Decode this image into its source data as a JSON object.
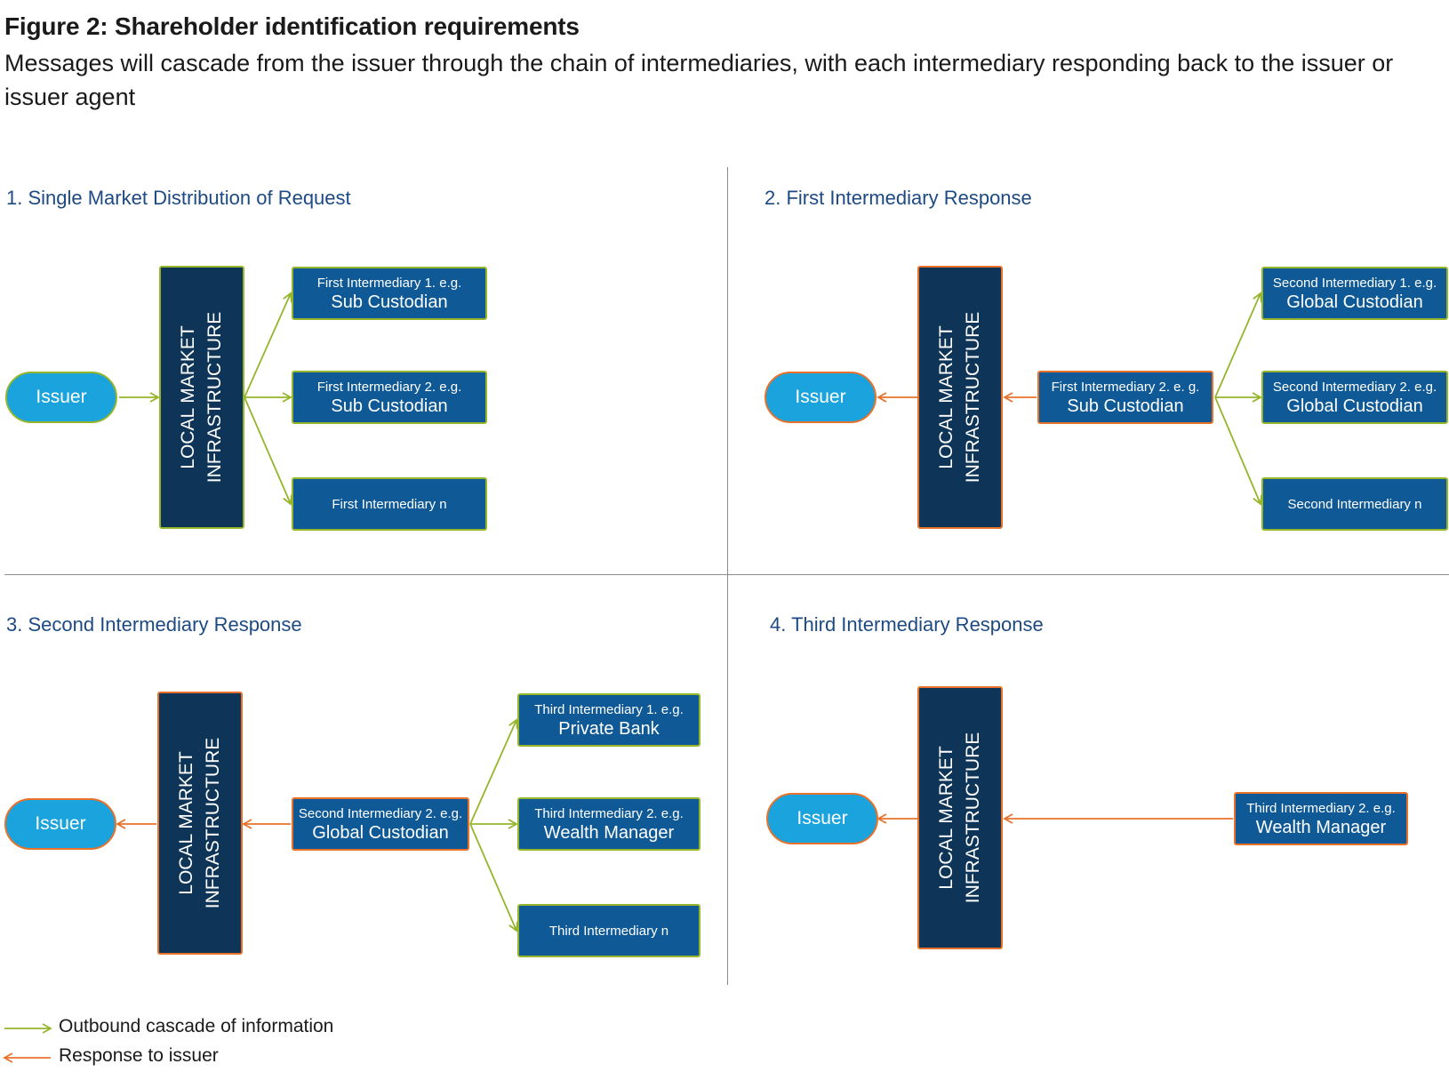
{
  "figure": {
    "title": "Figure 2: Shareholder identification requirements",
    "subtitle": "Messages will cascade from the issuer through the chain of intermediaries, with each intermediary responding back to the issuer or issuer agent"
  },
  "colors": {
    "outbound": "#95b52a",
    "response": "#e8722a",
    "issuer_fill": "#1aa3dc",
    "infra_fill": "#0e3558",
    "node_fill": "#0f5a96",
    "heading": "#1d4a82"
  },
  "panels": [
    {
      "title": "1. Single Market Distribution of Request",
      "issuer": "Issuer",
      "infra": [
        "LOCAL MARKET",
        "INFRASTRUCTURE"
      ],
      "nodes": [
        {
          "line1": "First Intermediary 1. e.g.",
          "line2": "Sub Custodian"
        },
        {
          "line1": "First Intermediary 2. e.g.",
          "line2": "Sub Custodian"
        },
        {
          "line1": "First Intermediary n"
        }
      ]
    },
    {
      "title": "2. First Intermediary Response",
      "issuer": "Issuer",
      "infra": [
        "LOCAL MARKET",
        "INFRASTRUCTURE"
      ],
      "responder": {
        "line1": "First Intermediary 2. e. g.",
        "line2": "Sub Custodian"
      },
      "nodes": [
        {
          "line1": "Second Intermediary 1. e.g.",
          "line2": "Global Custodian"
        },
        {
          "line1": "Second Intermediary 2. e.g.",
          "line2": "Global Custodian"
        },
        {
          "line1": "Second Intermediary n"
        }
      ]
    },
    {
      "title": "3. Second Intermediary Response",
      "issuer": "Issuer",
      "infra": [
        "LOCAL MARKET",
        "INFRASTRUCTURE"
      ],
      "responder": {
        "line1": "Second Intermediary 2. e.g.",
        "line2": "Global Custodian"
      },
      "nodes": [
        {
          "line1": "Third Intermediary 1. e.g.",
          "line2": "Private Bank"
        },
        {
          "line1": "Third Intermediary 2. e.g.",
          "line2": "Wealth Manager"
        },
        {
          "line1": "Third Intermediary n"
        }
      ]
    },
    {
      "title": "4. Third Intermediary Response",
      "issuer": "Issuer",
      "infra": [
        "LOCAL MARKET",
        "INFRASTRUCTURE"
      ],
      "responder": {
        "line1": "Third Intermediary 2. e.g.",
        "line2": "Wealth Manager"
      }
    }
  ],
  "legend": {
    "outbound": "Outbound cascade of information",
    "response": "Response to issuer"
  }
}
